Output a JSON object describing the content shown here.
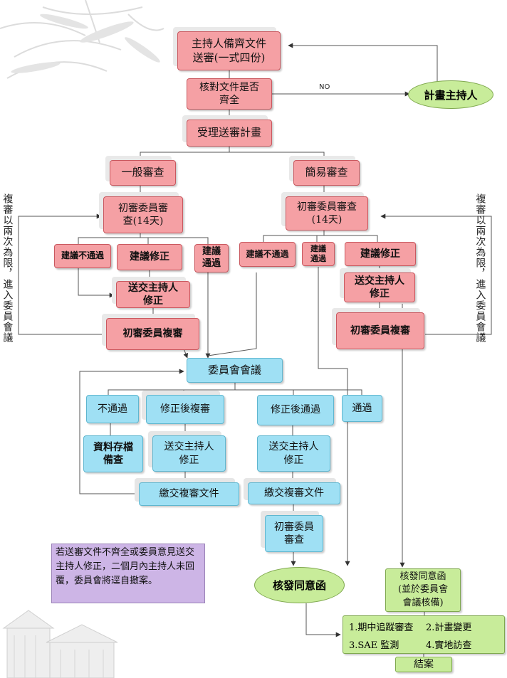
{
  "submit_box": "主持人備齊文件\n送審(一式四份)",
  "check_box": "核對文件是否\n齊全",
  "no_label": "NO",
  "pi_oval": "計畫主持人",
  "accept_box": "受理送審計畫",
  "general_review": "一般審查",
  "simple_review": "簡易審查",
  "initial_reviewer_left": "初審委員審\n查(14天)",
  "initial_reviewer_right": "初審委員審查\n(14天)",
  "left_branch": {
    "reject": "建議不通過",
    "revise": "建議修正",
    "pass": "建議\n通過",
    "send_pi": "送交主持人\n修正",
    "re_review": "初審委員複審"
  },
  "right_branch": {
    "reject": "建議不通過",
    "pass": "建議\n通過",
    "revise": "建議修正",
    "send_pi": "送交主持人\n修正",
    "re_review": "初審委員複審"
  },
  "side_note_left": "複審以兩次為限，進入委員會議",
  "side_note_right": "複審以兩次為限，進入委員會議",
  "committee": "委員會會議",
  "committee_branch": {
    "fail": "不通過",
    "revise_re_review": "修正後複審",
    "revise_pass": "修正後通過",
    "pass": "通過"
  },
  "archive": "資料存檔\n備查",
  "send_pi_mid": "送交主持人\n修正",
  "send_pi_right": "送交主持人\n修正",
  "submit_re_review_docs_1": "繳交複審文件",
  "submit_re_review_docs_2": "繳交複審文件",
  "initial_reviewer_bottom": "初審委員\n審查",
  "approval_oval": "核發同意函",
  "approval_box": "核發同意函\n(並於委員會\n會議核備)",
  "note_text": "若送審文件不齊全或委員意見送交主持人修正，二個月內主持人未回覆，委員會將逕自撤案。",
  "followups": [
    "1.期中追蹤審查",
    "2.計畫變更",
    "3.SAE  監測",
    "4.實地訪查"
  ],
  "closing": "結案",
  "colors": {
    "pink": "#f5a0a4",
    "blue": "#9fe0f4",
    "green": "#c8ec9a",
    "purple": "#cdb5e6"
  }
}
